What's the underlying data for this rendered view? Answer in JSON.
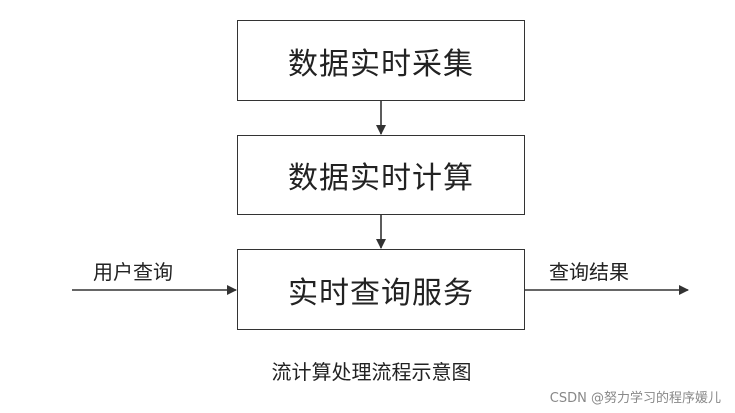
{
  "diagram": {
    "nodes": [
      {
        "id": "collect",
        "label": "数据实时采集"
      },
      {
        "id": "compute",
        "label": "数据实时计算"
      },
      {
        "id": "serve",
        "label": "实时查询服务"
      }
    ],
    "edges": [
      {
        "from": "collect",
        "to": "compute"
      },
      {
        "from": "compute",
        "to": "serve"
      },
      {
        "from": "input",
        "to": "serve",
        "label": "用户查询"
      },
      {
        "from": "serve",
        "to": "output",
        "label": "查询结果"
      }
    ],
    "caption": "流计算处理流程示意图"
  },
  "watermark": "CSDN @努力学习的程序媛儿",
  "colors": {
    "stroke": "#333333",
    "text": "#222222",
    "background": "#ffffff"
  }
}
